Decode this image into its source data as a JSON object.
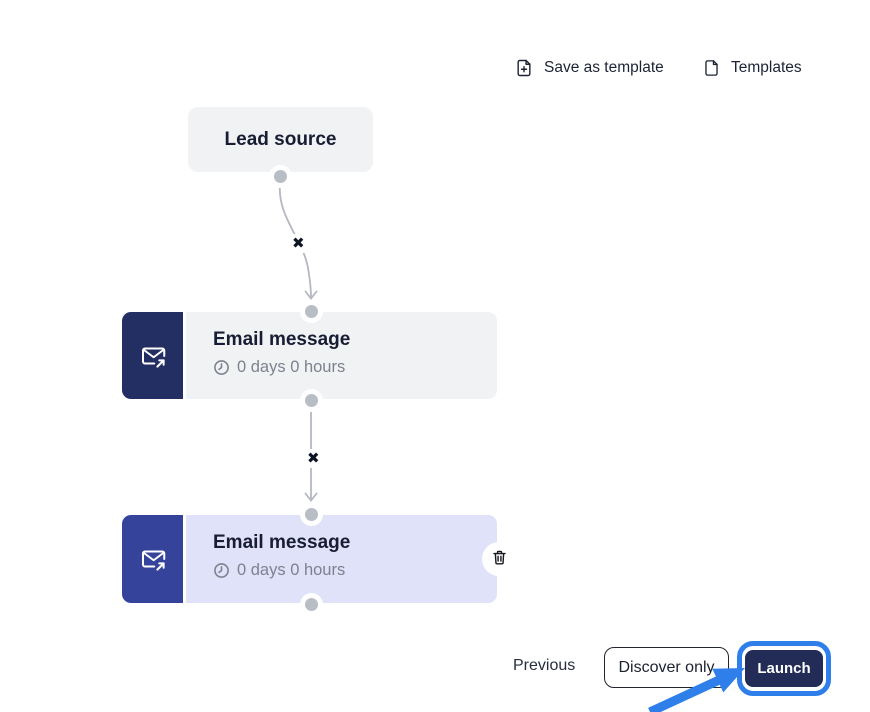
{
  "toolbar": {
    "save_as_template_label": "Save as template",
    "templates_label": "Templates"
  },
  "flow": {
    "lead_source": {
      "title": "Lead source"
    },
    "email_1": {
      "title": "Email message",
      "delay": "0 days 0 hours"
    },
    "email_2": {
      "title": "Email message",
      "delay": "0 days 0 hours"
    }
  },
  "connectors": {
    "x_mark": "✖"
  },
  "footer": {
    "previous_label": "Previous",
    "discover_only_label": "Discover only",
    "launch_label": "Launch"
  },
  "colors": {
    "accent_blue": "#2e7fe9",
    "node_icon_navy": "#232f63",
    "node_icon_indigo_selected": "#36439a",
    "node_gray": "#f1f2f4",
    "node_selected_lavender": "#dfe2f8",
    "launch_button_navy": "#222c57",
    "connector_gray": "#b4b8c0"
  }
}
